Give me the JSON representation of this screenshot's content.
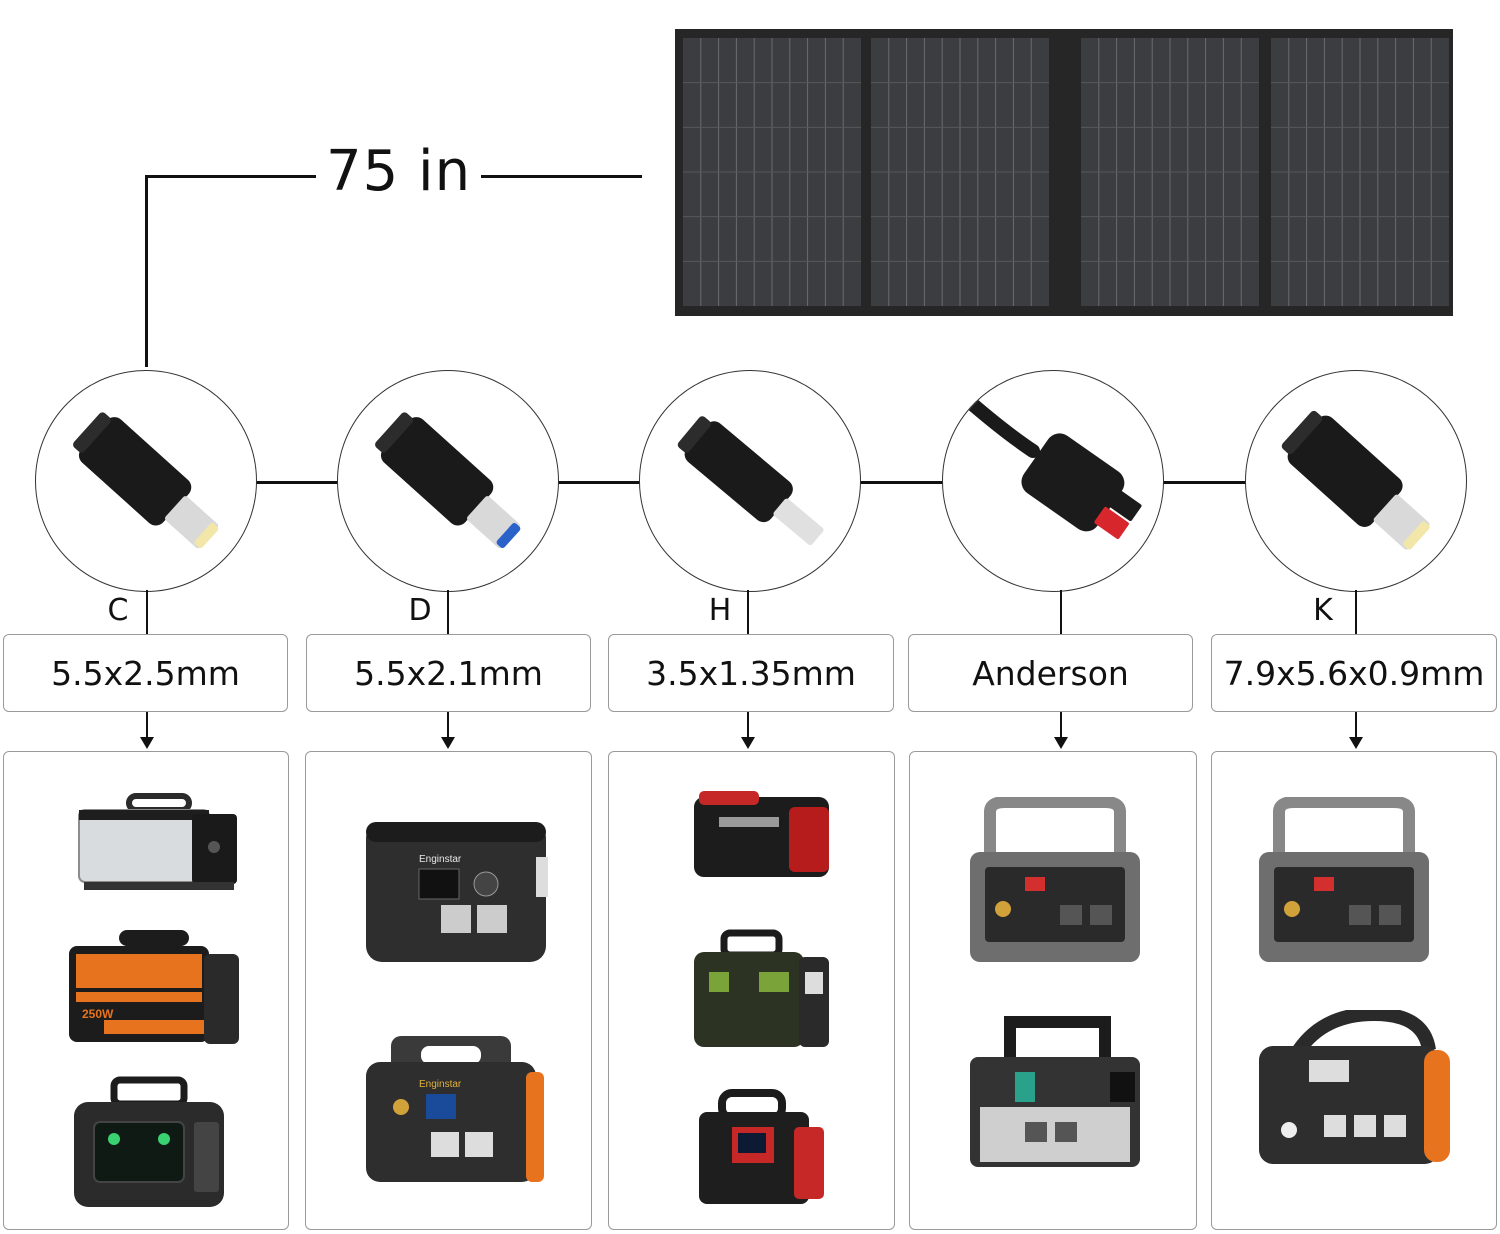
{
  "panel_cable_length": "75 in",
  "connectors": [
    {
      "letter": "C",
      "size": "5.5x2.5mm",
      "tip_color": "#f2e7a8"
    },
    {
      "letter": "D",
      "size": "5.5x2.1mm",
      "tip_color": "#2a62c9"
    },
    {
      "letter": "H",
      "size": "3.5x1.35mm",
      "tip_color": "#e8e8e8"
    },
    {
      "letter": "",
      "size": "Anderson",
      "tip_color": "#d8262d"
    },
    {
      "letter": "K",
      "size": "7.9x5.6x0.9mm",
      "tip_color": "#f2e7a8"
    }
  ],
  "device_brand_text": "Enginstar",
  "device_badge_text": "250W"
}
